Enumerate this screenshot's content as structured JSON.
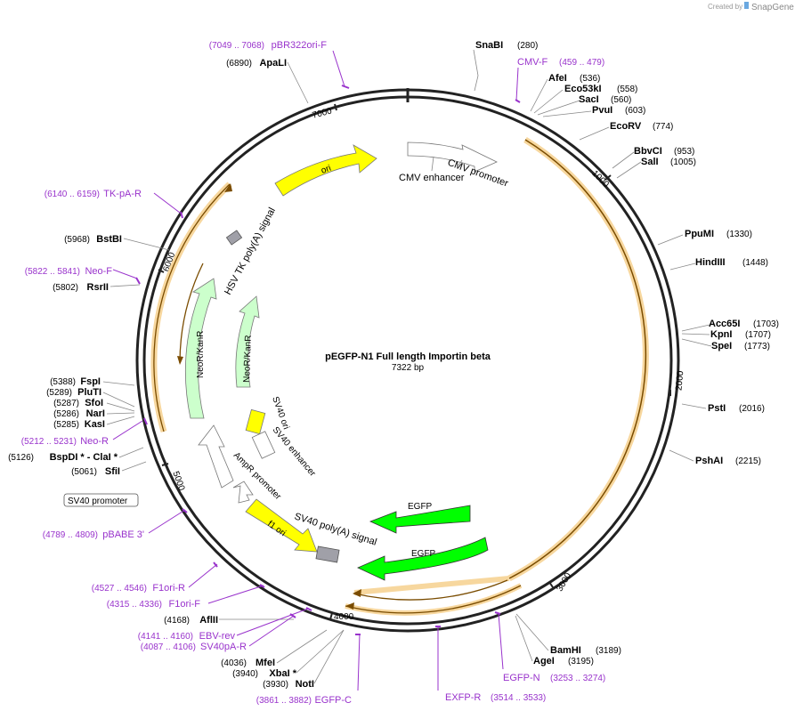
{
  "header": {
    "created_by": "Created by",
    "brand": "SnapGene"
  },
  "map": {
    "title": "pEGFP-N1 Full length Importin beta",
    "length": "7322 bp",
    "ticks": [
      "1000",
      "2000",
      "3000",
      "4000",
      "5000",
      "6000",
      "7000"
    ],
    "colors": {
      "feature_yellow": "#ffff00",
      "feature_green": "#ccffcc",
      "egfp": "#00ff00",
      "orf_orange": "#f0a020",
      "primer": "#9933cc",
      "signal_gray": "#999999"
    }
  },
  "features": {
    "ori": "ori",
    "cmv_enhancer": "CMV enhancer",
    "cmv_promoter": "CMV promoter",
    "hsv_tk_polya": "HSV TK poly(A) signal",
    "neo_kan_1": "NeoR/KanR",
    "neo_kan_2": "NeoR/KanR",
    "sv40_ori": "SV40 ori",
    "sv40_enhancer": "SV40 enhancer",
    "ampr_promoter": "AmpR promoter",
    "f1_ori": "f1 ori",
    "sv40_polya": "SV40 poly(A) signal",
    "egfp_1": "EGFP",
    "egfp_2": "EGFP",
    "sv40_promoter": "SV40 promoter"
  },
  "enzymes": [
    {
      "name": "SnaBI",
      "pos": "(280)"
    },
    {
      "name": "AfeI",
      "pos": "(536)"
    },
    {
      "name": "Eco53kI",
      "pos": "(558)"
    },
    {
      "name": "SacI",
      "pos": "(560)"
    },
    {
      "name": "PvuI",
      "pos": "(603)"
    },
    {
      "name": "EcoRV",
      "pos": "(774)"
    },
    {
      "name": "BbvCI",
      "pos": "(953)"
    },
    {
      "name": "SalI",
      "pos": "(1005)"
    },
    {
      "name": "PpuMI",
      "pos": "(1330)"
    },
    {
      "name": "HindIII",
      "pos": "(1448)"
    },
    {
      "name": "Acc65I",
      "pos": "(1703)"
    },
    {
      "name": "KpnI",
      "pos": "(1707)"
    },
    {
      "name": "SpeI",
      "pos": "(1773)"
    },
    {
      "name": "PstI",
      "pos": "(2016)"
    },
    {
      "name": "PshAI",
      "pos": "(2215)"
    },
    {
      "name": "BamHI",
      "pos": "(3189)"
    },
    {
      "name": "AgeI",
      "pos": "(3195)"
    },
    {
      "name": "NotI",
      "pos": "(3930)"
    },
    {
      "name": "XbaI *",
      "pos": "(3940)"
    },
    {
      "name": "MfeI",
      "pos": "(4036)"
    },
    {
      "name": "AflII",
      "pos": "(4168)"
    },
    {
      "name": "SfiI",
      "pos": "(5061)"
    },
    {
      "name": "BspDI * - ClaI *",
      "pos": "(5126)"
    },
    {
      "name": "KasI",
      "pos": "(5285)"
    },
    {
      "name": "NarI",
      "pos": "(5286)"
    },
    {
      "name": "SfoI",
      "pos": "(5287)"
    },
    {
      "name": "PluTI",
      "pos": "(5289)"
    },
    {
      "name": "FspI",
      "pos": "(5388)"
    },
    {
      "name": "RsrII",
      "pos": "(5802)"
    },
    {
      "name": "BstBI",
      "pos": "(5968)"
    },
    {
      "name": "ApaLI",
      "pos": "(6890)"
    }
  ],
  "primers": [
    {
      "name": "pBR322ori-F",
      "pos": "(7049 .. 7068)"
    },
    {
      "name": "CMV-F",
      "pos": "(459 .. 479)"
    },
    {
      "name": "TK-pA-R",
      "pos": "(6140 .. 6159)"
    },
    {
      "name": "Neo-F",
      "pos": "(5822 .. 5841)"
    },
    {
      "name": "Neo-R",
      "pos": "(5212 .. 5231)"
    },
    {
      "name": "pBABE 3'",
      "pos": "(4789 .. 4809)"
    },
    {
      "name": "F1ori-R",
      "pos": "(4527 .. 4546)"
    },
    {
      "name": "F1ori-F",
      "pos": "(4315 .. 4336)"
    },
    {
      "name": "EBV-rev",
      "pos": "(4141 .. 4160)"
    },
    {
      "name": "SV40pA-R",
      "pos": "(4087 .. 4106)"
    },
    {
      "name": "EGFP-C",
      "pos": "(3861 .. 3882)"
    },
    {
      "name": "EXFP-R",
      "pos": "(3514 .. 3533)"
    },
    {
      "name": "EGFP-N",
      "pos": "(3253 .. 3274)"
    }
  ]
}
